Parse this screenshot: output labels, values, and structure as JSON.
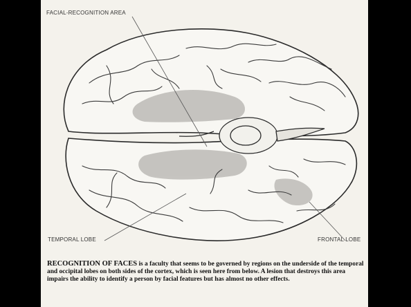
{
  "labels": {
    "facial_recognition_area": "FACIAL-RECOGNITION AREA",
    "temporal_lobe": "TEMPORAL LOBE",
    "frontal_lobe": "FRONTAL LOBE"
  },
  "caption": {
    "lead": "RECOGNITION OF FACES",
    "body": " is a faculty that seems to be governed by regions on the underside of the temporal and occipital lobes on both sides of the cortex, which is seen here from below. A lesion that destroys this area impairs the ability to identify a person by facial features but has almost no other effects."
  }
}
